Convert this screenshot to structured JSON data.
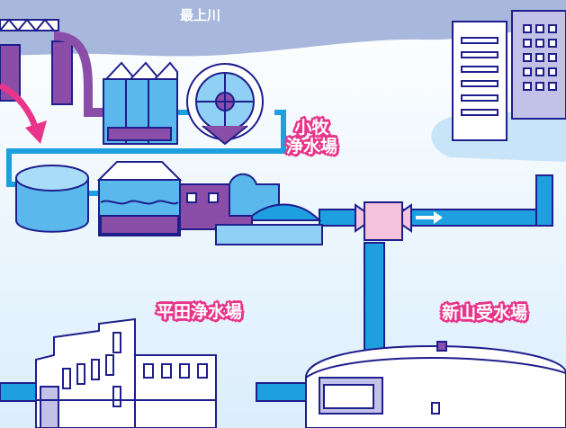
{
  "labels": {
    "river": "最上川",
    "komaki_line1": "小牧",
    "komaki_line2": "浄水場",
    "hirata": "平田浄水場",
    "shinzan": "新山受水場"
  },
  "colors": {
    "sky_background": "#eaf4fd",
    "river": "#a8b8dc",
    "water_pipe": "#1e9fe0",
    "outline": "#1e1e8c",
    "building_fill": "#8a4da8",
    "label_outline": "#e8358a",
    "arrow": "#e8358a",
    "city_area": "#c8e4f8"
  }
}
